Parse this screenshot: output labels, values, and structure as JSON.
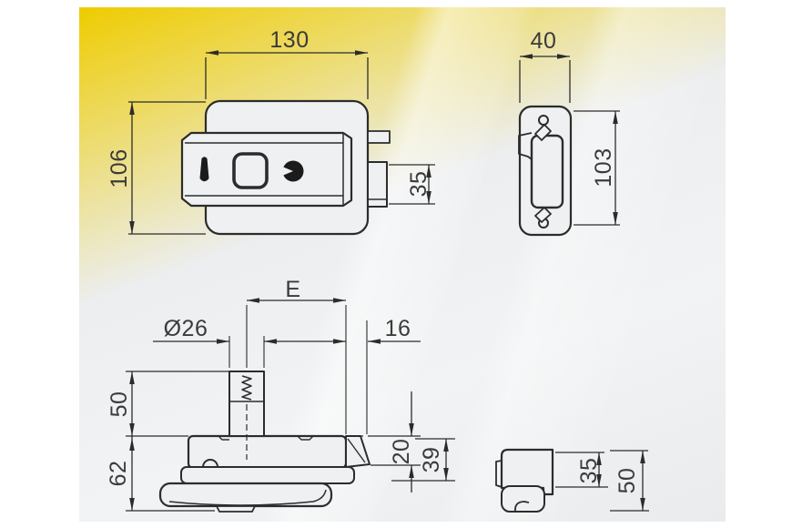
{
  "drawing": {
    "front_view": {
      "width_mm": "130",
      "height_mm": "106",
      "latch_height_mm": "35"
    },
    "side_view": {
      "width_mm": "40",
      "height_mm": "103"
    },
    "top_view": {
      "entry_label": "E",
      "cylinder_diameter": "Ø26",
      "offset_mm": "16",
      "cylinder_length_mm": "50",
      "body_depth_mm": "62",
      "latch_throw_mm": "20",
      "plate_depth_mm": "39"
    },
    "profile_view": {
      "inner_depth_mm": "35",
      "outer_depth_mm": "50"
    }
  }
}
